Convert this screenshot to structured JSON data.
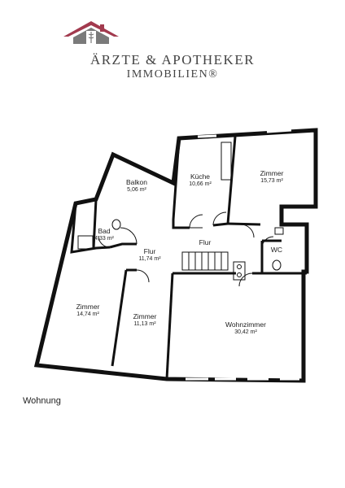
{
  "brand": {
    "line1": "ÄRZTE & APOTHEKER",
    "line2": "IMMOBILIEN®",
    "colors": {
      "roof": "#a23a4e",
      "text": "#444444"
    }
  },
  "rooms": {
    "balkon": {
      "name": "Balkon",
      "area": "5,06 m²"
    },
    "kueche": {
      "name": "Küche",
      "area": "10,66 m²"
    },
    "zimmer_ne": {
      "name": "Zimmer",
      "area": "15,73 m²"
    },
    "bad": {
      "name": "Bad",
      "area": "4,33 m²"
    },
    "flur": {
      "name": "Flur",
      "area": "11,74 m²"
    },
    "flur2": {
      "name": "Flur"
    },
    "wc": {
      "name": "WC"
    },
    "zimmer_w": {
      "name": "Zimmer",
      "area": "14,74 m²"
    },
    "zimmer_m": {
      "name": "Zimmer",
      "area": "11,13 m²"
    },
    "wohnzimmer": {
      "name": "Wohnzimmer",
      "area": "30,42 m²"
    }
  },
  "caption": "Wohnung"
}
